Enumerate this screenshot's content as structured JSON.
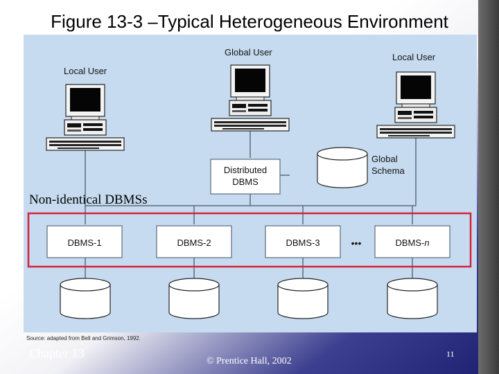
{
  "slide": {
    "title": "Figure 13-3 –Typical Heterogeneous Environment",
    "annotation": "Non-identical DBMSs",
    "source": "Source: adapted from Bell and Grimson, 1992.",
    "chapter": "Chapter 13",
    "copyright": "© Prentice Hall, 2002",
    "page_number": "11"
  },
  "diagram": {
    "users": {
      "local_left": "Local User",
      "global": "Global User",
      "local_right": "Local User"
    },
    "distributed_dbms": [
      "Distributed",
      "DBMS"
    ],
    "global_schema": [
      "Global",
      "Schema"
    ],
    "dbms_prefix": "DBMS-",
    "dbms_nodes": [
      "1",
      "2",
      "3",
      "n"
    ],
    "ellipsis": "•••",
    "colors": {
      "panel": "#c6dbef",
      "highlight": "#d6203a",
      "box": "#ffffff",
      "line": "#5b6b7b"
    }
  }
}
